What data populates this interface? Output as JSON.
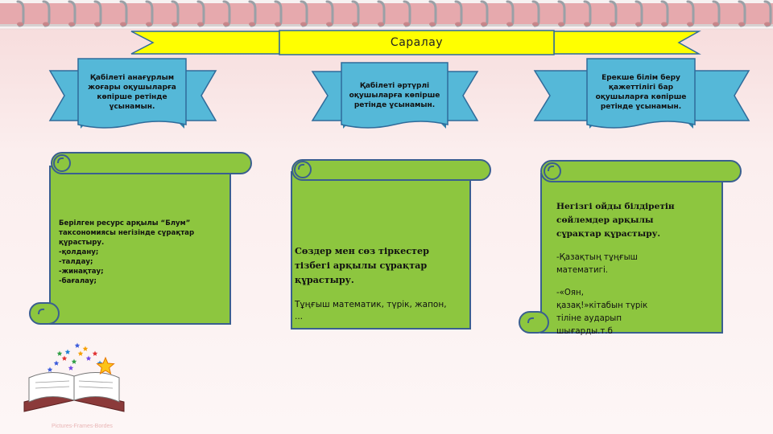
{
  "banner": {
    "title": "Саралау"
  },
  "ribbons": [
    {
      "text": "Қабілеті анағұрлым жоғары оқушыларға көпірше ретінде ұсынамын."
    },
    {
      "text": "Қабілеті әртүрлі оқушыларға көпірше ретінде ұсынамын."
    },
    {
      "text": "Ерекше білім беру қажеттілігі бар оқушыларға көпірше ретінде ұсынамын."
    }
  ],
  "scrolls": [
    {
      "lines": [
        "Берілген ресурс  арқылы  “Блум”",
        "таксономиясы негізінде сұрақтар",
        "құрастыру.",
        "-қолдану;",
        "-талдау;",
        "-жинақтау;",
        "-бағалау;"
      ]
    },
    {
      "heading": "Сөздер мен сөз тіркестер тізбегі арқылы сұрақтар құрастыру.",
      "body": "Тұңғыш математик,  түрік, жапон, ..."
    },
    {
      "heading": "Негізгі ойды білдіретін сөйлемдер арқылы сұрақтар құрастыру.",
      "items": [
        "-Қазақтың тұңғыш математигі.",
        "-«Оян, қазақ!»кітабын түрік тіліне аударып шығарды.т.б"
      ]
    }
  ],
  "footer": {
    "text": "Pictures-Frames-Bordes"
  },
  "colors": {
    "banner_yellow": "#ffff00",
    "ribbon_blue": "#55b8d8",
    "scroll_green": "#8dc63f",
    "scroll_border": "#3a5f8f",
    "spiral_red": "#d9534f"
  }
}
